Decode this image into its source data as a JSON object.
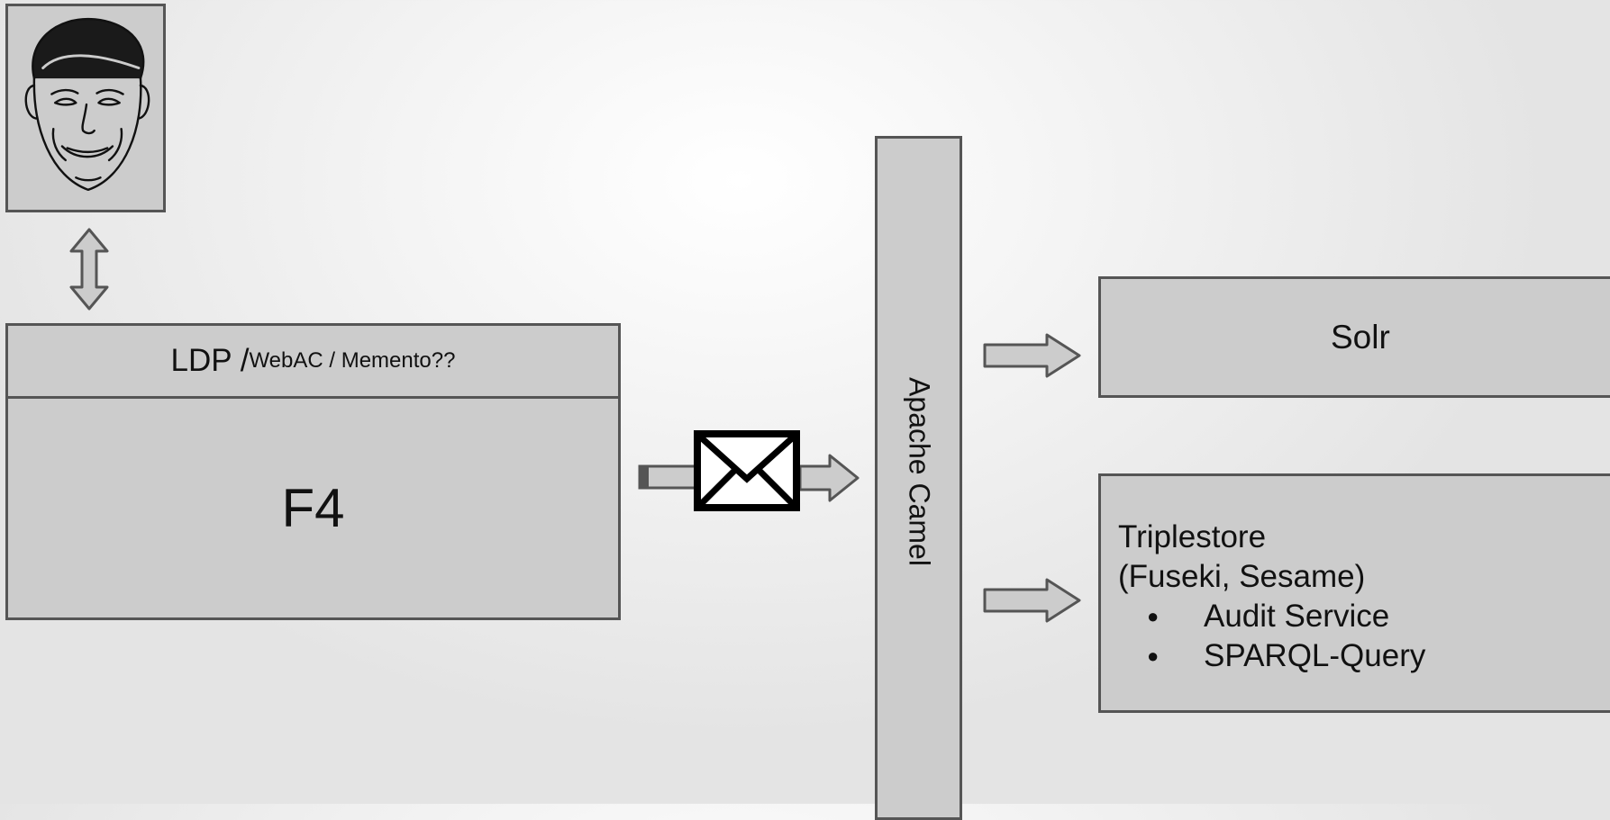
{
  "diagram": {
    "portrait": {
      "icon": "man-face-portrait-icon"
    },
    "f4": {
      "header_main": "LDP / ",
      "header_sub": "WebAC / Memento??",
      "title": "F4"
    },
    "message": {
      "icon": "envelope-icon"
    },
    "camel": {
      "label": "Apache Camel"
    },
    "solr": {
      "label": "Solr"
    },
    "triplestore": {
      "line1": "Triplestore",
      "line2": "(Fuseki, Sesame)",
      "bullet_symbol": "●",
      "items": [
        "Audit Service",
        "SPARQL-Query"
      ]
    },
    "colors": {
      "box_fill": "#cccccc",
      "box_border": "#555555",
      "envelope": "#000000"
    }
  }
}
